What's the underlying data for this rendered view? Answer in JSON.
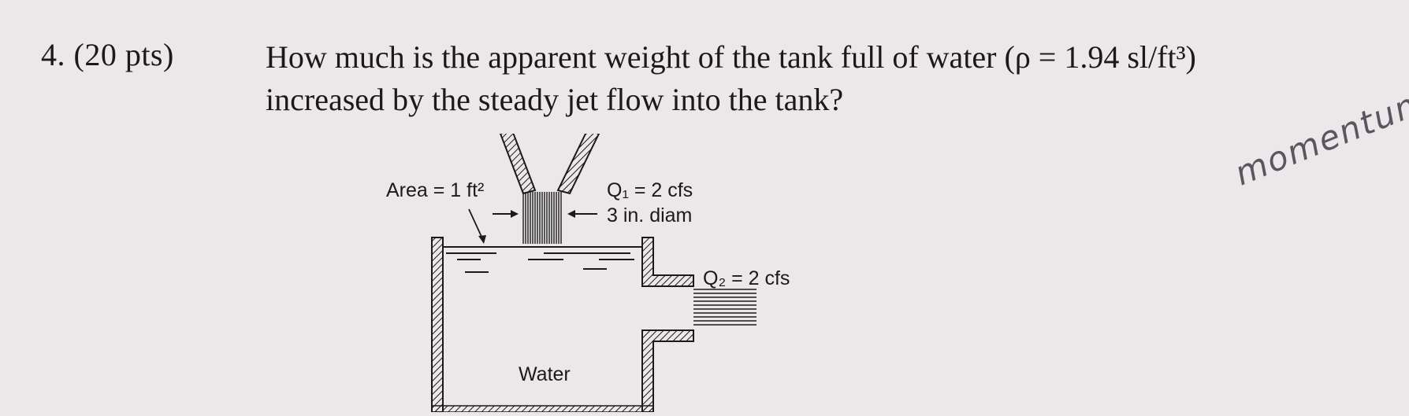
{
  "question": {
    "number": "4. (20 pts)",
    "line1": "How much is the apparent weight of the tank full of water (ρ = 1.94 sl/ft³)",
    "line2": "increased by the steady jet flow into the tank?"
  },
  "figure": {
    "area_label": "Area = 1 ft²",
    "q1_label": "Q₁ = 2 cfs",
    "diam_label": "3 in. diam",
    "q2_label": "Q₂ = 2 cfs",
    "water_label": "Water"
  },
  "handwritten_note": "momentum"
}
